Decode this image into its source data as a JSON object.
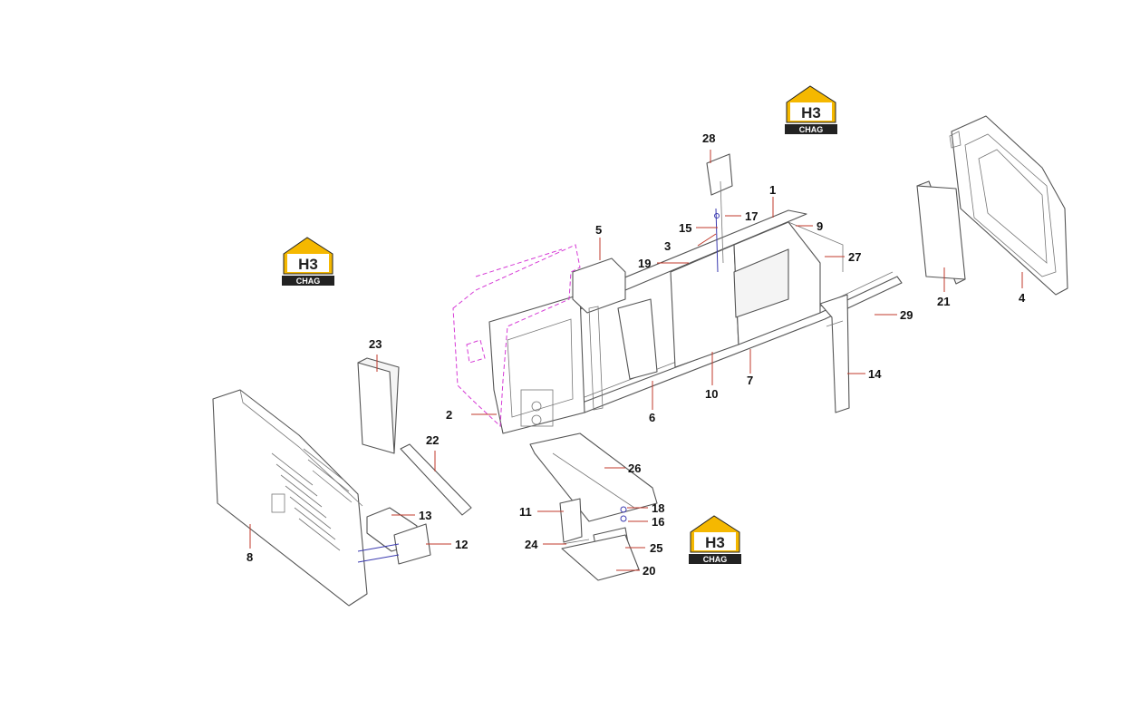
{
  "labels": {
    "l1": "1",
    "l2": "2",
    "l3": "3",
    "l4": "4",
    "l5": "5",
    "l6": "6",
    "l7": "7",
    "l8": "8",
    "l9": "9",
    "l10": "10",
    "l11": "11",
    "l12": "12",
    "l13": "13",
    "l14": "14",
    "l15": "15",
    "l16": "16",
    "l17": "17",
    "l18": "18",
    "l19": "19",
    "l20": "20",
    "l21": "21",
    "l22": "22",
    "l23": "23",
    "l24": "24",
    "l25": "25",
    "l26": "26",
    "l27": "27",
    "l28": "28",
    "l29": "29"
  },
  "logo": {
    "mark": "H3",
    "word": "CHAG"
  },
  "colors": {
    "leader": "#c0392b",
    "hidden_part": "#d63bd6",
    "fastener": "#3b3bb0",
    "logo_yellow": "#f5b800",
    "logo_dark": "#222222"
  }
}
